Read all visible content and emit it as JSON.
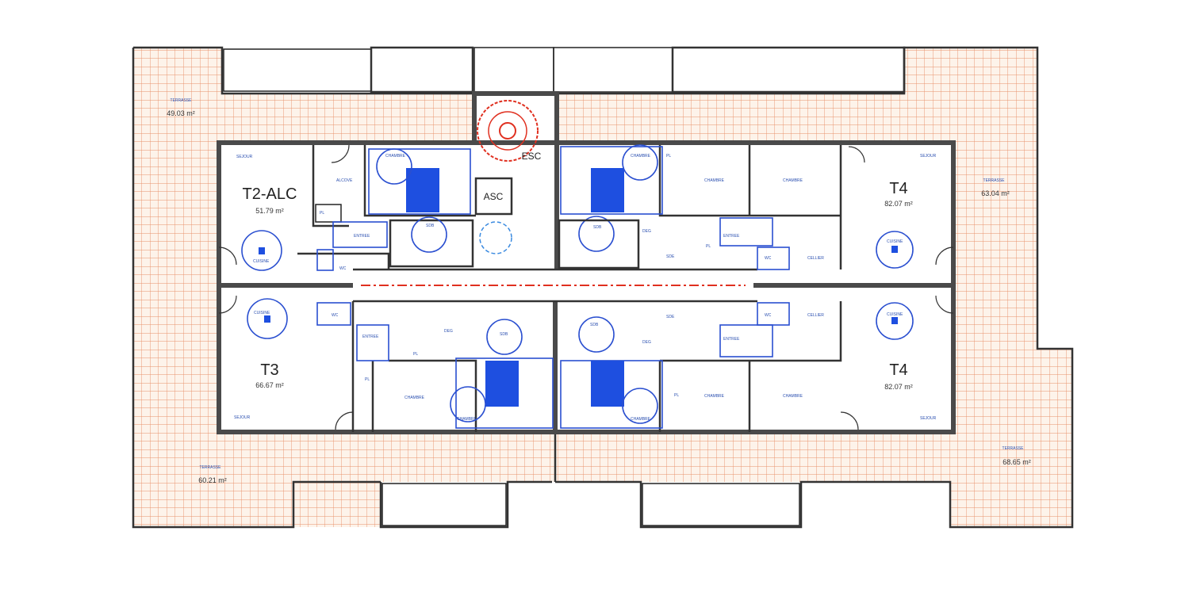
{
  "plan": {
    "terraces": [
      {
        "label": "TERRASSE",
        "area": "49.03 m²"
      },
      {
        "label": "TERRASSE",
        "area": "63.04 m²"
      },
      {
        "label": "TERRASSE",
        "area": "60.21 m²"
      },
      {
        "label": "TERRASSE",
        "area": "68.65 m²"
      }
    ],
    "units": [
      {
        "name": "T2-ALC",
        "area": "51.79 m²"
      },
      {
        "name": "T4",
        "area": "82.07 m²"
      },
      {
        "name": "T3",
        "area": "66.67 m²"
      },
      {
        "name": "T4",
        "area": "82.07 m²"
      }
    ],
    "core": {
      "stairs": "ESC",
      "elevator": "ASC"
    },
    "rooms": {
      "t2": [
        "SEJOUR",
        "ALCOVE",
        "CHAMBRE",
        "PL",
        "ENTREE",
        "SDB",
        "CUISINE",
        "WC"
      ],
      "t4a": [
        "CHAMBRE",
        "PL",
        "CHAMBRE",
        "CHAMBRE",
        "SEJOUR",
        "DEG",
        "ENTREE",
        "SDB",
        "SDE",
        "PL",
        "WC",
        "CELLIER",
        "CUISINE"
      ],
      "t3": [
        "CUISINE",
        "WC",
        "ENTREE",
        "DEG",
        "PL",
        "PL",
        "CHAMBRE",
        "CHAMBRE",
        "SEJOUR",
        "SDB"
      ],
      "t4b": [
        "SDB",
        "SDE",
        "DEG",
        "PL",
        "ENTREE",
        "WC",
        "CELLIER",
        "CUISINE",
        "CHAMBRE",
        "CHAMBRE",
        "CHAMBRE",
        "SEJOUR"
      ]
    },
    "colors": {
      "terrace_grid": "#e07a4a",
      "terrace_fill": "#fdf3ea",
      "furniture": "#1e4fe0",
      "circulation": "#e03020"
    }
  }
}
